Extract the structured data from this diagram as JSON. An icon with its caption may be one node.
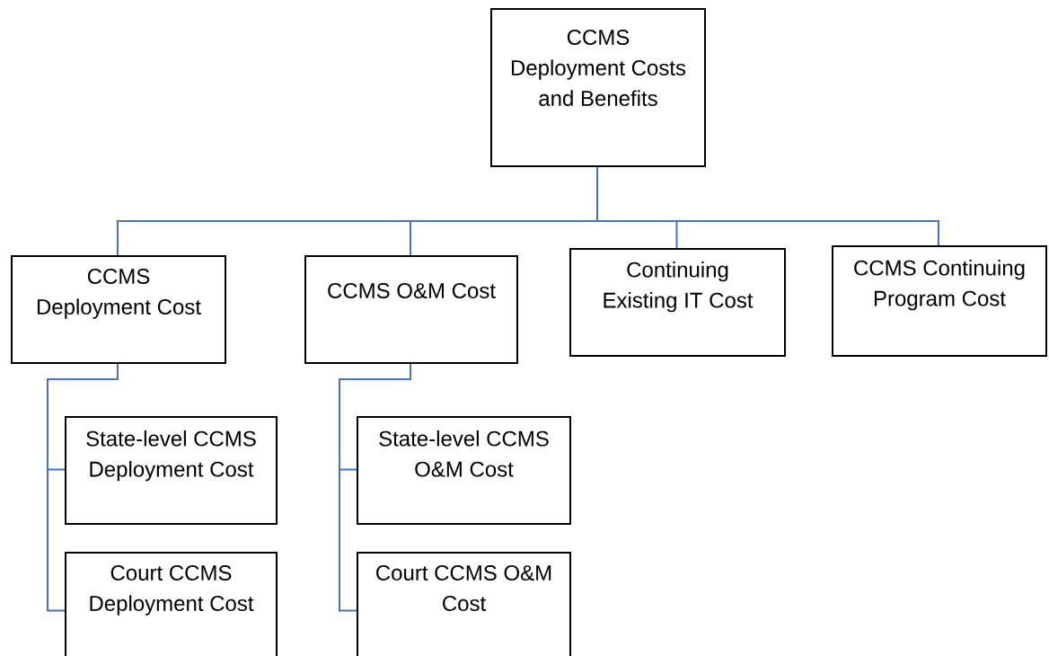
{
  "diagram": {
    "nodes": [
      {
        "text": [
          "CCMS Deployment Costs and Benefits"
        ]
      },
      {
        "text": [
          "CCMS Deployment Cost"
        ]
      },
      {
        "text": [
          "CCMS O&M Cost"
        ]
      },
      {
        "text": [
          "Continuing Existing IT Cost"
        ]
      },
      {
        "text": [
          "CCMS Continuing Program Cost"
        ]
      },
      {
        "text": [
          "State-level CCMS Deployment Cost"
        ]
      },
      {
        "text": [
          "State-level CCMS O&M Cost"
        ]
      },
      {
        "text": [
          "Court CCMS Deployment Cost"
        ]
      },
      {
        "text": [
          "Court CCMS O&M Cost"
        ]
      }
    ],
    "edges": [
      {
        "from": 0,
        "to": 1,
        "arrow": "none"
      },
      {
        "from": 0,
        "to": 2,
        "arrow": "none"
      },
      {
        "from": 0,
        "to": 3,
        "arrow": "none"
      },
      {
        "from": 0,
        "to": 4,
        "arrow": "none"
      },
      {
        "from": 1,
        "to": 5,
        "arrow": "none"
      },
      {
        "from": 1,
        "to": 7,
        "arrow": "none"
      },
      {
        "from": 2,
        "to": 6,
        "arrow": "none"
      },
      {
        "from": 2,
        "to": 8,
        "arrow": "none"
      }
    ]
  }
}
